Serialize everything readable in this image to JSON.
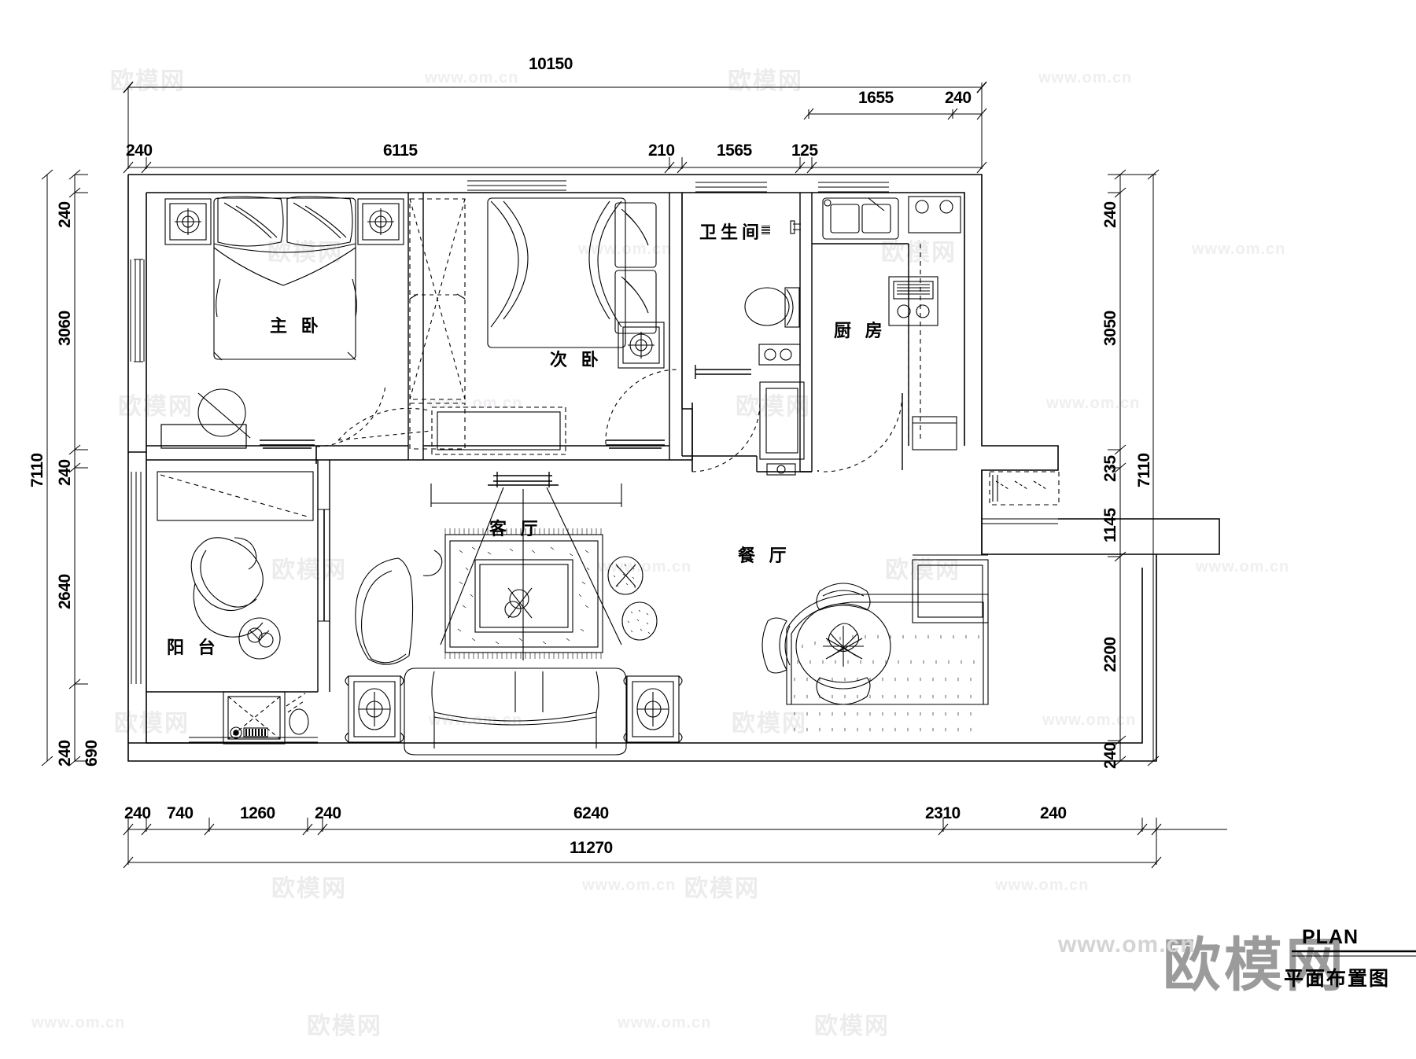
{
  "drawing": {
    "title_en": "PLAN",
    "title_cn": "平面布置图",
    "overall_width": "11270",
    "overall_height": "7110"
  },
  "rooms": [
    {
      "key": "master_bedroom",
      "label": "主 卧"
    },
    {
      "key": "second_bedroom",
      "label": "次 卧"
    },
    {
      "key": "bathroom",
      "label": "卫生间"
    },
    {
      "key": "kitchen",
      "label": "厨 房"
    },
    {
      "key": "living_room",
      "label": "客 厅"
    },
    {
      "key": "dining_room",
      "label": "餐 厅"
    },
    {
      "key": "balcony",
      "label": "阳 台"
    }
  ],
  "dimensions": {
    "top_outer": {
      "total": "10150"
    },
    "top_right_secondary": [
      "1655",
      "240"
    ],
    "top_chain": [
      "240",
      "6115",
      "210",
      "1565",
      "125"
    ],
    "left_chain": [
      "240",
      "3060",
      "240",
      "2640"
    ],
    "left_bottom_chain": [
      "240",
      "690"
    ],
    "left_total": "7110",
    "right_chain": [
      "240",
      "3050",
      "235",
      "1145",
      "2200",
      "240"
    ],
    "right_total": "7110",
    "bottom_chain": [
      "240",
      "740",
      "1260",
      "240",
      "6240",
      "2310",
      "240"
    ],
    "bottom_total": "11270"
  },
  "watermark": {
    "logo": "欧模网",
    "url": "www.om.cn",
    "big_logo": "欧模网"
  }
}
